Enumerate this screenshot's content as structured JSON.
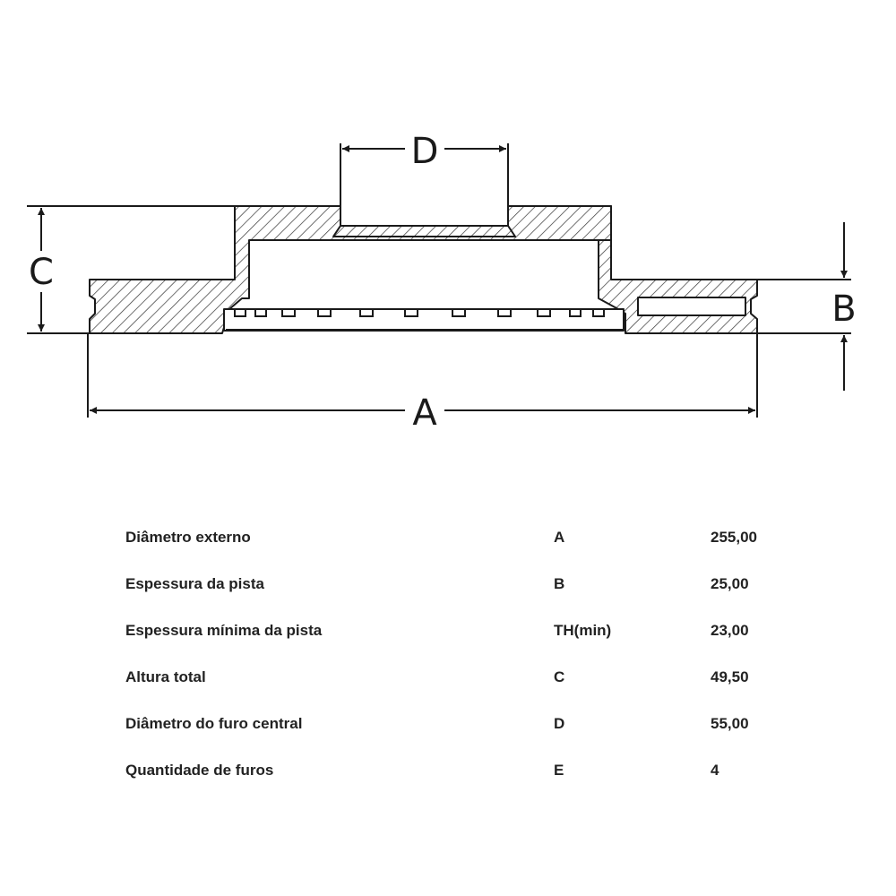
{
  "diagram": {
    "labels": {
      "a": "A",
      "b": "B",
      "c": "C",
      "d": "D"
    }
  },
  "specs": {
    "rows": [
      {
        "name": "Diâmetro externo",
        "symbol": "A",
        "value": "255,00"
      },
      {
        "name": "Espessura da pista",
        "symbol": "B",
        "value": "25,00"
      },
      {
        "name": "Espessura mínima da pista",
        "symbol": "TH(min)",
        "value": "23,00"
      },
      {
        "name": "Altura total",
        "symbol": "C",
        "value": "49,50"
      },
      {
        "name": "Diâmetro do furo central",
        "symbol": "D",
        "value": "55,00"
      },
      {
        "name": "Quantidade de furos",
        "symbol": "E",
        "value": "4"
      }
    ]
  },
  "colors": {
    "line": "#1a1a1a",
    "hatch": "#333333",
    "text": "#222222"
  }
}
